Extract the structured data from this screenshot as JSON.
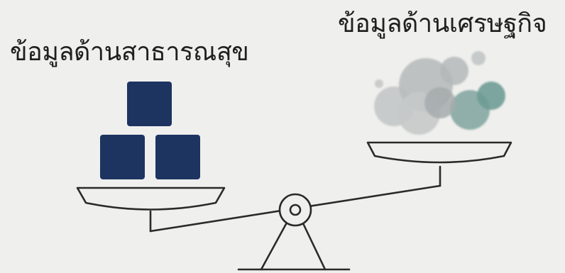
{
  "labels": {
    "left": "ข้อมูลด้านสาธารณสุข",
    "right": "ข้อมูลด้านเศรษฐกิจ"
  },
  "colors": {
    "background": "#efefed",
    "block": "#1d3461",
    "line": "#2a2a2a",
    "cloud_gray": "#b9bcbd",
    "cloud_teal": "#5b8f8a"
  },
  "left_pan": {
    "block_count": 3
  },
  "right_pan": {
    "cloud_circle_count": 8
  }
}
